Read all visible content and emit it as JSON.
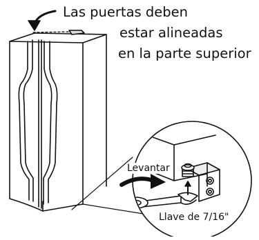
{
  "caption": {
    "line1": "Las puertas deben",
    "line2": "estar alineadas",
    "line3": "en la parte superior"
  },
  "callout": {
    "lift_label": "Levantar",
    "wrench_label": "Llave de 7/16\""
  },
  "icons": [
    "curved-arrow-down-icon",
    "up-arrow-icon",
    "rotation-arrow-icon"
  ]
}
